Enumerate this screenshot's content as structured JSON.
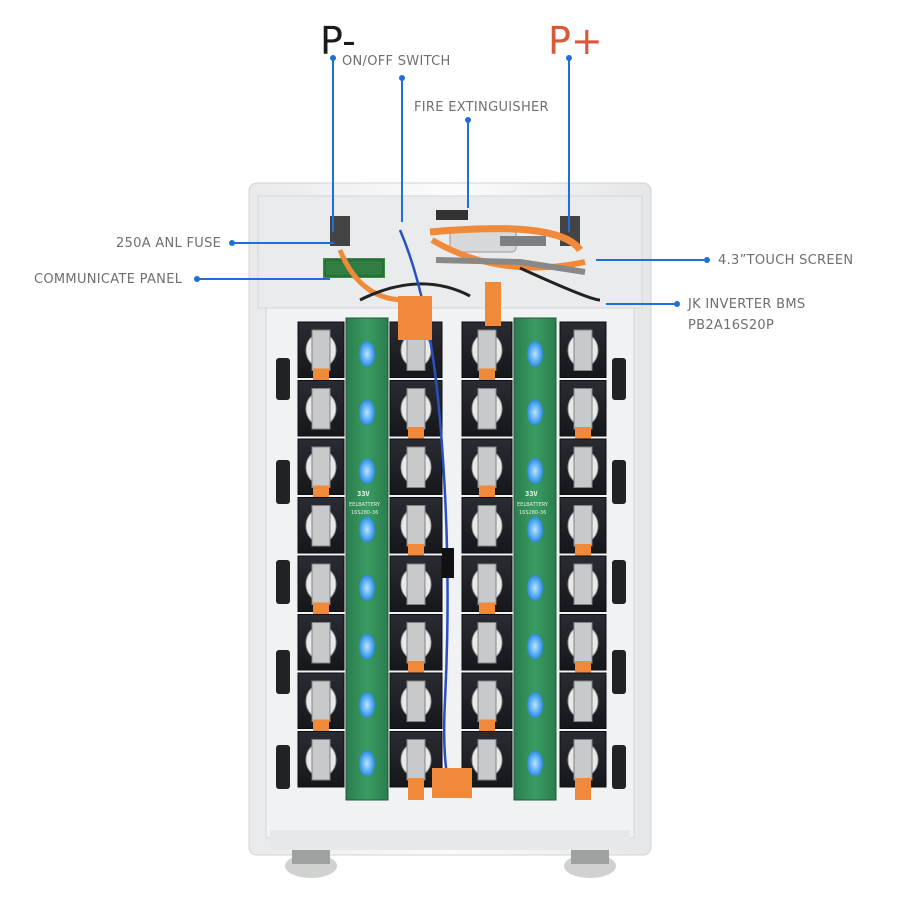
{
  "terminals": {
    "negative": "P-",
    "positive": "P+"
  },
  "callouts": {
    "switch": "ON/OFF SWITCH",
    "extinguisher": "FIRE EXTINGUISHER",
    "fuse": "250A ANL FUSE",
    "comm_panel": "COMMUNICATE PANEL",
    "touch_screen": "4.3”TOUCH SCREEN",
    "bms_line1": "JK INVERTER BMS",
    "bms_line2": "PB2A16S20P"
  },
  "board_marks": {
    "left_label": "33V",
    "left_brand": "EELBATTERY",
    "left_code": "16S280-36",
    "right_label": "33V",
    "right_brand": "EELBATTERY",
    "right_code": "16S280-36"
  },
  "colors": {
    "p_minus": "#1a1a1a",
    "p_plus": "#d8583a",
    "leader_line": "#1f6fd6",
    "busbar_orange": "#f08a3a",
    "cell_black": "#1e1f24",
    "pcb_green": "#2e8a55",
    "cabinet_white": "#f5f6f7"
  }
}
